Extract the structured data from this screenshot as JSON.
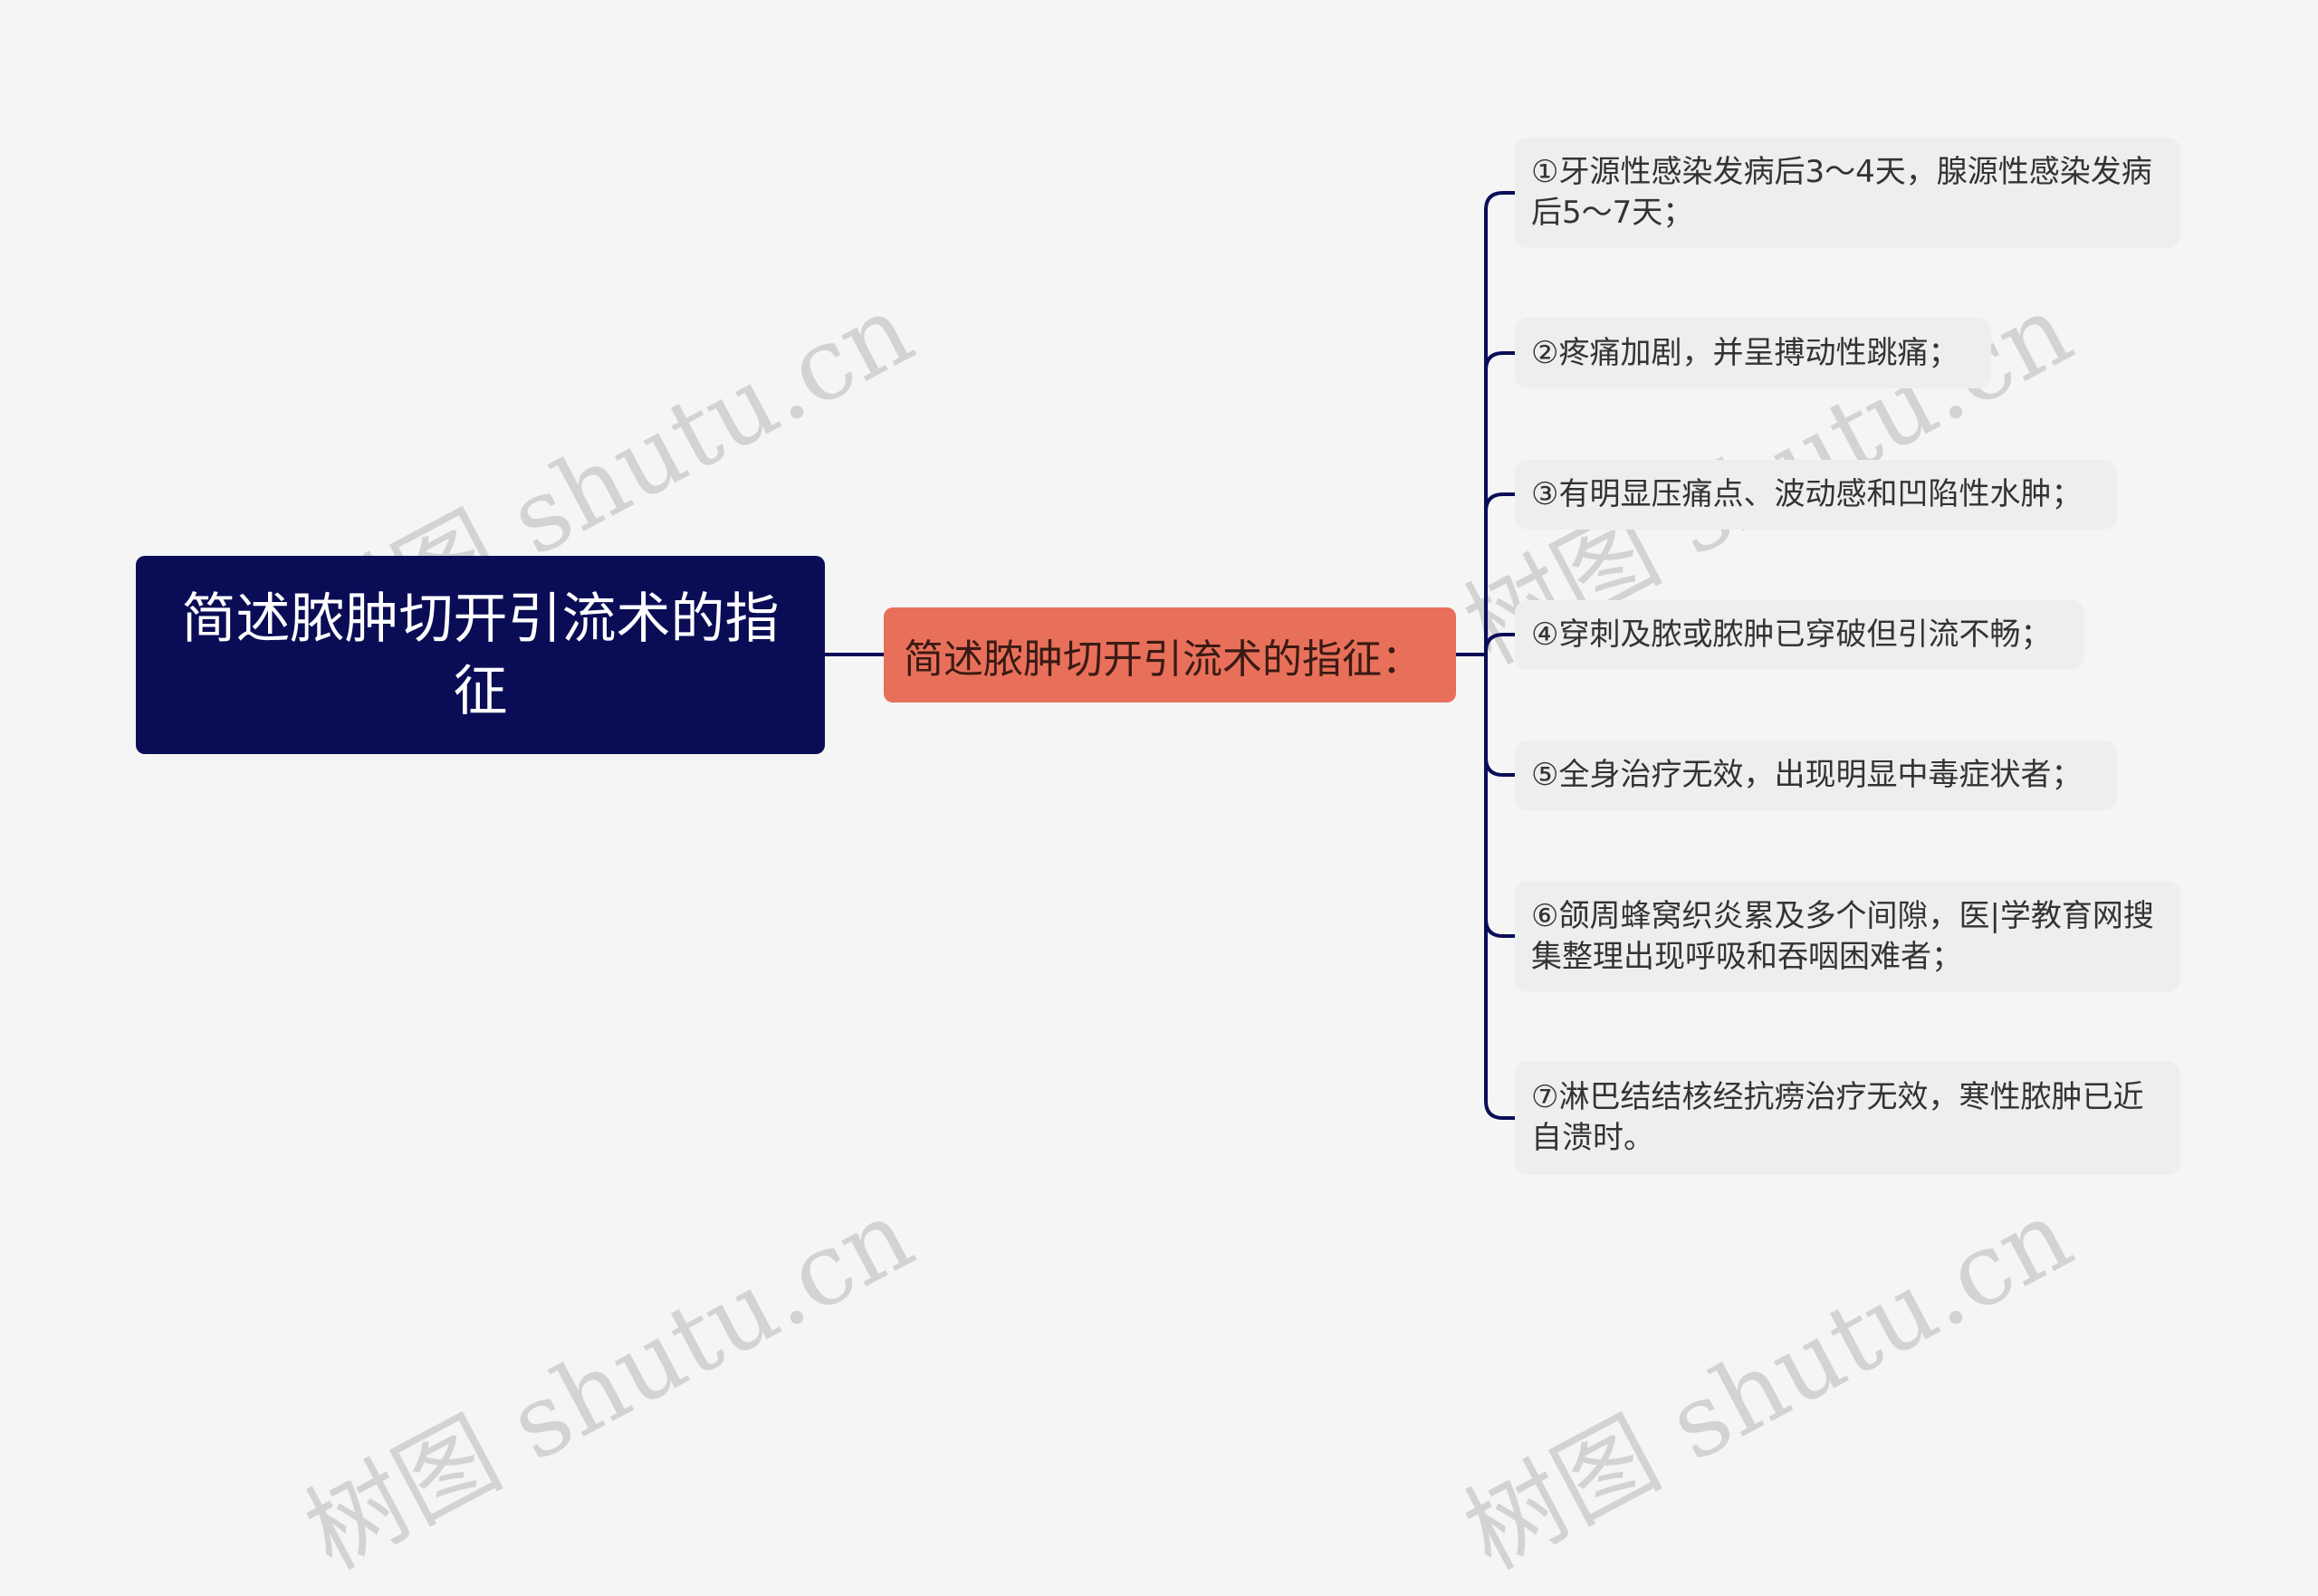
{
  "watermark": "树图 shutu.cn",
  "colors": {
    "root_bg": "#0a0d56",
    "center_bg": "#e8705a",
    "leaf_bg": "#eeeeee",
    "line": "#0a0d56",
    "background": "#f5f5f5"
  },
  "root": {
    "label": "简述脓肿切开引流术的指征"
  },
  "center": {
    "label": "简述脓肿切开引流术的指征："
  },
  "items": [
    {
      "label": "①牙源性感染发病后3～4天，腺源性感染发病后5～7天；"
    },
    {
      "label": "②疼痛加剧，并呈搏动性跳痛；"
    },
    {
      "label": "③有明显压痛点、波动感和凹陷性水肿；"
    },
    {
      "label": "④穿刺及脓或脓肿已穿破但引流不畅；"
    },
    {
      "label": "⑤全身治疗无效，出现明显中毒症状者；"
    },
    {
      "label": "⑥颌周蜂窝织炎累及多个间隙，医|学教育网搜集整理出现呼吸和吞咽困难者；"
    },
    {
      "label": "⑦淋巴结结核经抗痨治疗无效，寒性脓肿已近自溃时。"
    }
  ]
}
